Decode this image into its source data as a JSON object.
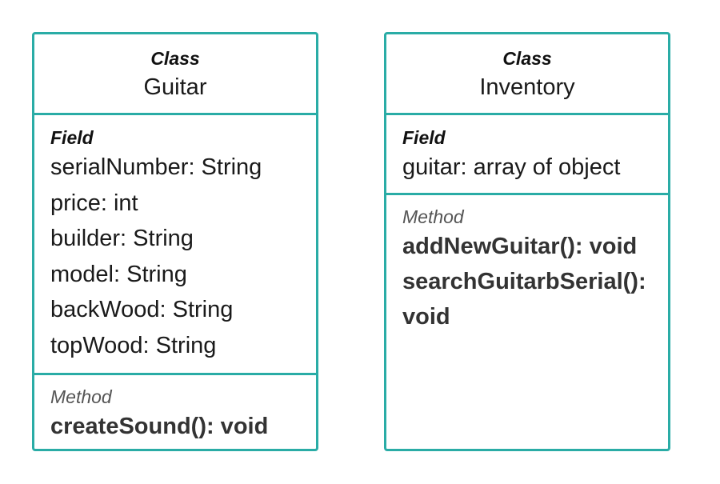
{
  "classes": [
    {
      "stereotype": "Class",
      "name": "Guitar",
      "field_label": "Field",
      "fields": [
        "serialNumber: String",
        "price: int",
        "builder: String",
        "model: String",
        "backWood: String",
        "topWood: String"
      ],
      "method_label": "Method",
      "methods": [
        "createSound(): void"
      ]
    },
    {
      "stereotype": "Class",
      "name": "Inventory",
      "field_label": "Field",
      "fields": [
        "guitar: array of object"
      ],
      "method_label": "Method",
      "methods": [
        "addNewGuitar(): void",
        "searchGuitarbSerial(): void"
      ]
    }
  ],
  "colors": {
    "border": "#2aaca6"
  }
}
